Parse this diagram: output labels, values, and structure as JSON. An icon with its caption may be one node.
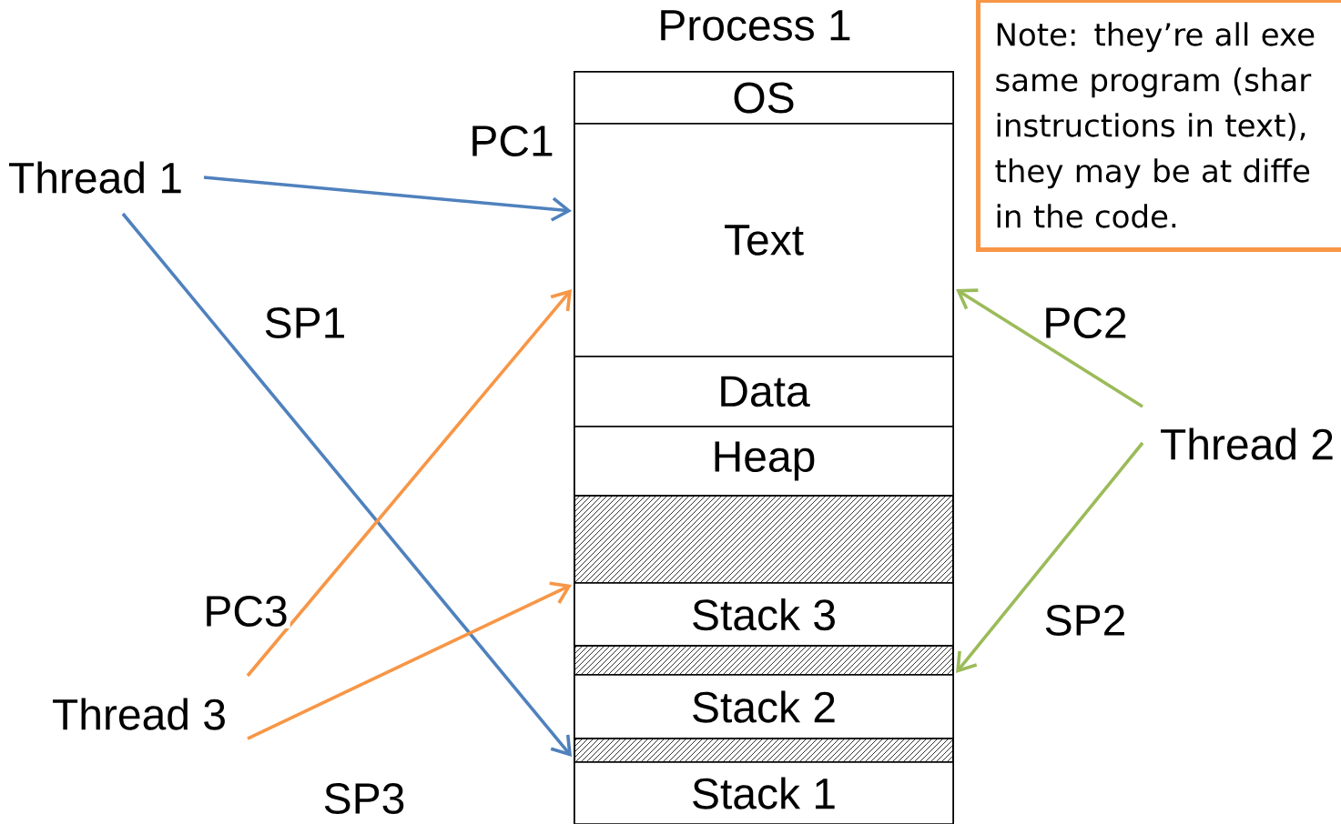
{
  "diagram": {
    "nodes": [
      {
        "text": [
          "Process 1"
        ]
      },
      {
        "text": [
          "OS"
        ],
        "in": 0
      },
      {
        "text": [
          "Text"
        ],
        "in": 0
      },
      {
        "text": [
          "Data"
        ],
        "in": 0
      },
      {
        "text": [
          "Heap"
        ],
        "in": 0
      },
      {
        "text": [],
        "shape": "box",
        "in": 0
      },
      {
        "text": [
          "Stack 3"
        ],
        "in": 0
      },
      {
        "text": [],
        "shape": "box",
        "in": 0
      },
      {
        "text": [
          "Stack 2"
        ],
        "in": 0
      },
      {
        "text": [],
        "shape": "box",
        "in": 0
      },
      {
        "text": [
          "Stack 1"
        ],
        "in": 0
      },
      {
        "text": [
          "Thread 1"
        ]
      },
      {
        "text": [
          "Thread 2"
        ]
      },
      {
        "text": [
          "Thread 3"
        ]
      },
      {
        "text": [
          "Note: they’re all exe same program (shar instructions in text), they may be at diffe in the code."
        ]
      }
    ],
    "edges": [
      {
        "from": 11,
        "to": 2,
        "arrow": "to",
        "label": "PC1",
        "color": "#4f81bd"
      },
      {
        "from": 11,
        "to": 9,
        "arrow": "to",
        "label": "SP1",
        "color": "#4f81bd"
      },
      {
        "from": 13,
        "to": 2,
        "arrow": "to",
        "label": "PC3",
        "color": "#f79646"
      },
      {
        "from": 13,
        "to": 6,
        "arrow": "to",
        "label": "SP3",
        "color": "#f79646"
      },
      {
        "from": 12,
        "to": 2,
        "arrow": "to",
        "label": "PC2",
        "color": "#9bbb59"
      },
      {
        "from": 12,
        "to": 7,
        "arrow": "to",
        "label": "SP2",
        "color": "#9bbb59"
      }
    ]
  }
}
